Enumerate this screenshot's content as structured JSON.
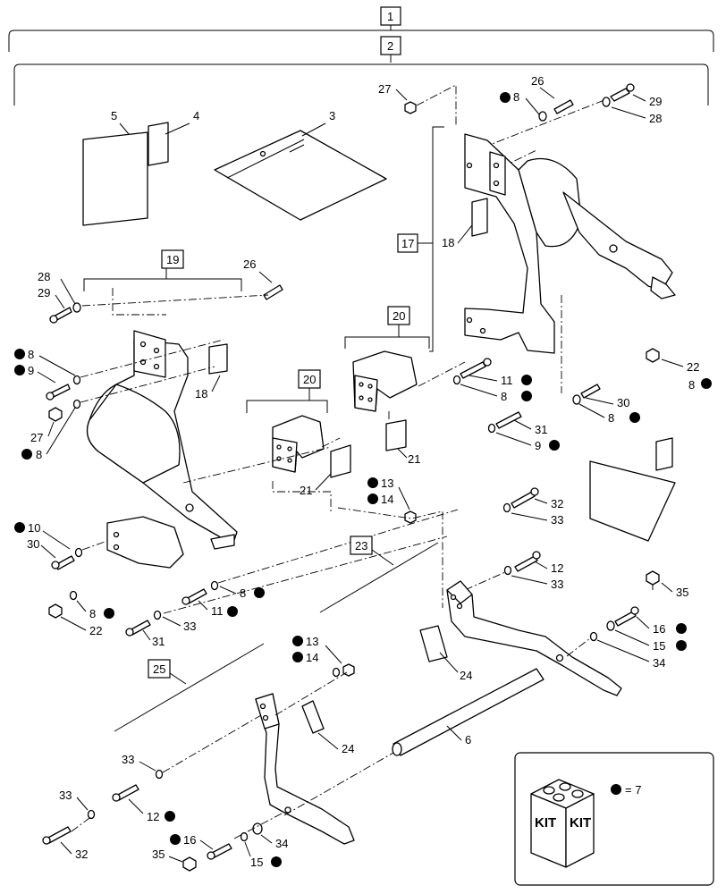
{
  "diagram": {
    "assembly_labels": [
      "1",
      "2",
      "17",
      "19",
      "20",
      "20",
      "23",
      "25"
    ],
    "callouts": {
      "c1": "1",
      "c2": "2",
      "c3": "3",
      "c4": "4",
      "c5": "5",
      "c6": "6",
      "c8a": "8",
      "c8b": "8",
      "c8c": "8",
      "c8d": "8",
      "c8e": "8",
      "c8f": "8",
      "c8g": "8",
      "c8h": "8",
      "c9a": "9",
      "c9b": "9",
      "c10": "10",
      "c11a": "11",
      "c11b": "11",
      "c12a": "12",
      "c12b": "12",
      "c13a": "13",
      "c13b": "13",
      "c14a": "14",
      "c14b": "14",
      "c15a": "15",
      "c15b": "15",
      "c16a": "16",
      "c16b": "16",
      "c17": "17",
      "c18a": "18",
      "c18b": "18",
      "c19": "19",
      "c20a": "20",
      "c20b": "20",
      "c21a": "21",
      "c21b": "21",
      "c22a": "22",
      "c22b": "22",
      "c23": "23",
      "c24a": "24",
      "c24b": "24",
      "c25": "25",
      "c26a": "26",
      "c26b": "26",
      "c27a": "27",
      "c27b": "27",
      "c28a": "28",
      "c28b": "28",
      "c29a": "29",
      "c29b": "29",
      "c30a": "30",
      "c30b": "30",
      "c31a": "31",
      "c31b": "31",
      "c32a": "32",
      "c32b": "32",
      "c33a": "33",
      "c33b": "33",
      "c33c": "33",
      "c33d": "33",
      "c33e": "33",
      "c34a": "34",
      "c34b": "34",
      "c35a": "35",
      "c35b": "35"
    },
    "legend": {
      "kit_text_1": "KIT",
      "kit_text_2": "KIT",
      "equals_text": "= 7"
    }
  }
}
